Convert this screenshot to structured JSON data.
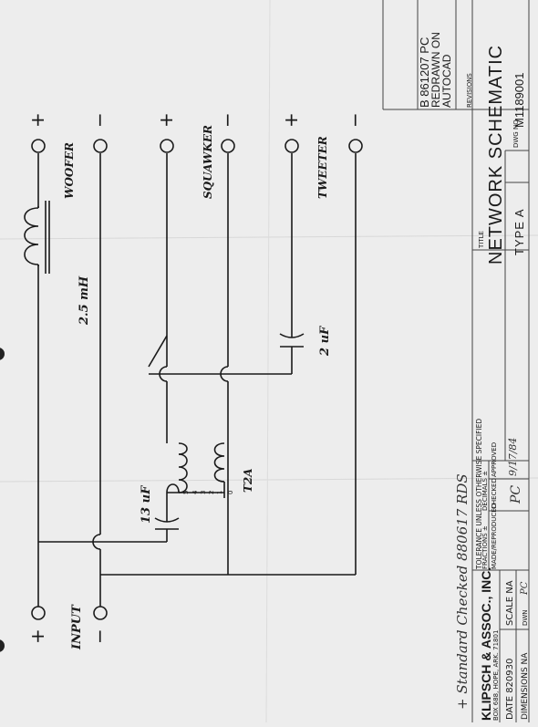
{
  "terminal_signs": {
    "plus": "+",
    "minus": "−"
  },
  "labels": {
    "input": "INPUT",
    "woofer": "WOOFER",
    "squawker": "SQUAWKER",
    "tweeter": "TWEETER",
    "inductor": "2.5 mH",
    "cap_tweeter": "2 uF",
    "cap_input": "13 uF",
    "autotransformer": "T2A",
    "taps": [
      "5",
      "4",
      "3",
      "2",
      "1",
      "0"
    ]
  },
  "handwritten_note": "+ Standard Checked 880617 RDS",
  "title_block": {
    "company": "KLIPSCH & ASSOC., INC.",
    "address": "BOX 688, HOPE, ARK. 71801",
    "date": "DATE 820930",
    "scale": "SCALE NA",
    "dimensions": "DIMENSIONS NA",
    "drawn": "DWN",
    "drawn_initials": "PC",
    "tolerance": "TOLERANCE UNLESS OTHERWISE SPECIFIED",
    "fractions": "FRACTIONS ±",
    "decimals": "DECIMALS ±",
    "made": "MADE/REPRODUCED",
    "checked": "CHECKED",
    "checked_initials": "PC",
    "approved": "APPROVED",
    "approved_sig": "9/17/84",
    "title_label": "TITLE",
    "title": "NETWORK SCHEMATIC",
    "type": "TYPE A",
    "dwg_label": "DWG NO",
    "dwg_no": "M1189001",
    "revisions_label": "REVISIONS",
    "revision_entry": "B 861207 PC",
    "revision_text1": "REDRAWN ON",
    "revision_text2": "AUTOCAD"
  }
}
